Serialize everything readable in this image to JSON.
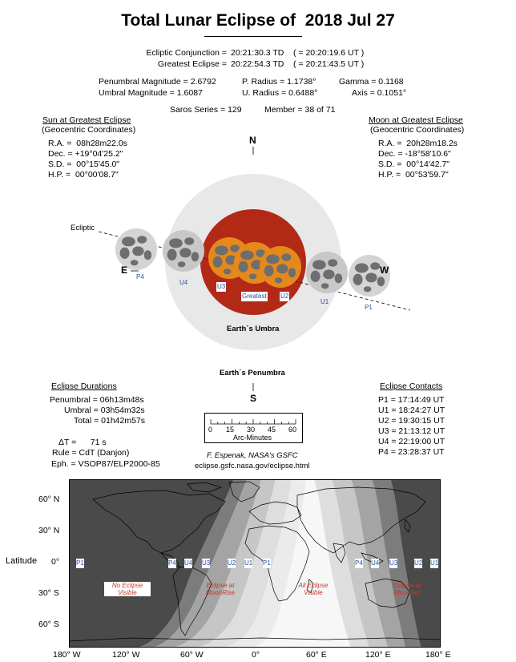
{
  "title": "Total Lunar Eclipse of  2018 Jul 27",
  "header": {
    "conj_label": "Ecliptic Conjunction =",
    "conj_value": "20:21:30.3 TD",
    "conj_ut": "( = 20:20:19.6 UT )",
    "greatest_label": "Greatest Eclipse =",
    "greatest_value": "20:22:54.3 TD",
    "greatest_ut": "( = 20:21:43.5 UT )",
    "pen_mag": "Penumbral Magnitude = 2.6792",
    "umb_mag": "Umbral Magnitude = 1.6087",
    "p_radius": "P. Radius = 1.1738°",
    "u_radius": "U. Radius = 0.6488°",
    "gamma": "Gamma = 0.1168",
    "axis": "Axis = 0.1051°",
    "saros": "Saros Series = 129",
    "member": "Member = 38 of 71"
  },
  "sun": {
    "heading": "Sun at Greatest Eclipse",
    "sub": "(Geocentric Coordinates)",
    "ra": "R.A. =  08h28m22.0s",
    "dec": "Dec. = +19°04'25.2\"",
    "sd": "S.D. =  00°15'45.0\"",
    "hp": "H.P. =  00°00'08.7\""
  },
  "moon": {
    "heading": "Moon at Greatest Eclipse",
    "sub": "(Geocentric Coordinates)",
    "ra": "R.A. =  20h28m18.2s",
    "dec": "Dec. = -18°58'10.6\"",
    "sd": "S.D. =  00°14'42.7\"",
    "hp": "H.P. =  00°53'59.7\""
  },
  "diagram": {
    "n": "N",
    "s": "S",
    "e": "E",
    "w": "W",
    "ecliptic": "Ecliptic",
    "umbra": "Earth´s Umbra",
    "penumbra": "Earth´s Penumbra",
    "labels": [
      "P4",
      "U4",
      "U3",
      "Greatest",
      "U2",
      "U1",
      "P1"
    ],
    "colors": {
      "penumbra": "#e8e8e8",
      "umbra": "#b22a16",
      "moon_eclipsed": "#e6891c",
      "moon_plain": "#a8a8a8"
    }
  },
  "durations": {
    "heading": "Eclipse Durations",
    "penumbral": "Penumbral = 06h13m48s",
    "umbral": "Umbral = 03h54m32s",
    "total": "Total = 01h42m57s",
    "dt": "ΔT =      71 s",
    "rule": "Rule = CdT (Danjon)",
    "eph": "Eph. = VSOP87/ELP2000-85"
  },
  "scale": {
    "ticks": [
      "0",
      "15",
      "30",
      "45",
      "60"
    ],
    "label": "Arc-Minutes"
  },
  "credit": {
    "author": "F. Espenak, NASA's GSFC",
    "url": "eclipse.gsfc.nasa.gov/eclipse.html"
  },
  "contacts": {
    "heading": "Eclipse Contacts",
    "p1": "P1 = 17:14:49 UT",
    "u1": "U1 = 18:24:27 UT",
    "u2": "U2 = 19:30:15 UT",
    "u3": "U3 = 21:13:12 UT",
    "u4": "U4 = 22:19:00 UT",
    "p4": "P4 = 23:28:37 UT"
  },
  "map": {
    "ylabel": "Latitude",
    "lat_ticks": [
      "60° N",
      "30° N",
      "0°",
      "30° S",
      "60° S"
    ],
    "lon_ticks": [
      "180° W",
      "120° W",
      "60° W",
      "0°",
      "60° E",
      "120° E",
      "180° E"
    ],
    "zone_left": "No Eclipse\nVisible",
    "zone_rise": "Eclipse at\nMoonRise",
    "zone_all": "All Eclipse\nVisible",
    "zone_set": "Eclipse at\nMoonSet",
    "contact_labels": [
      "P1",
      "P4",
      "U4",
      "U3",
      "U2",
      "U1",
      "P1",
      "P4",
      "U4",
      "U3",
      "U2",
      "U1"
    ]
  }
}
